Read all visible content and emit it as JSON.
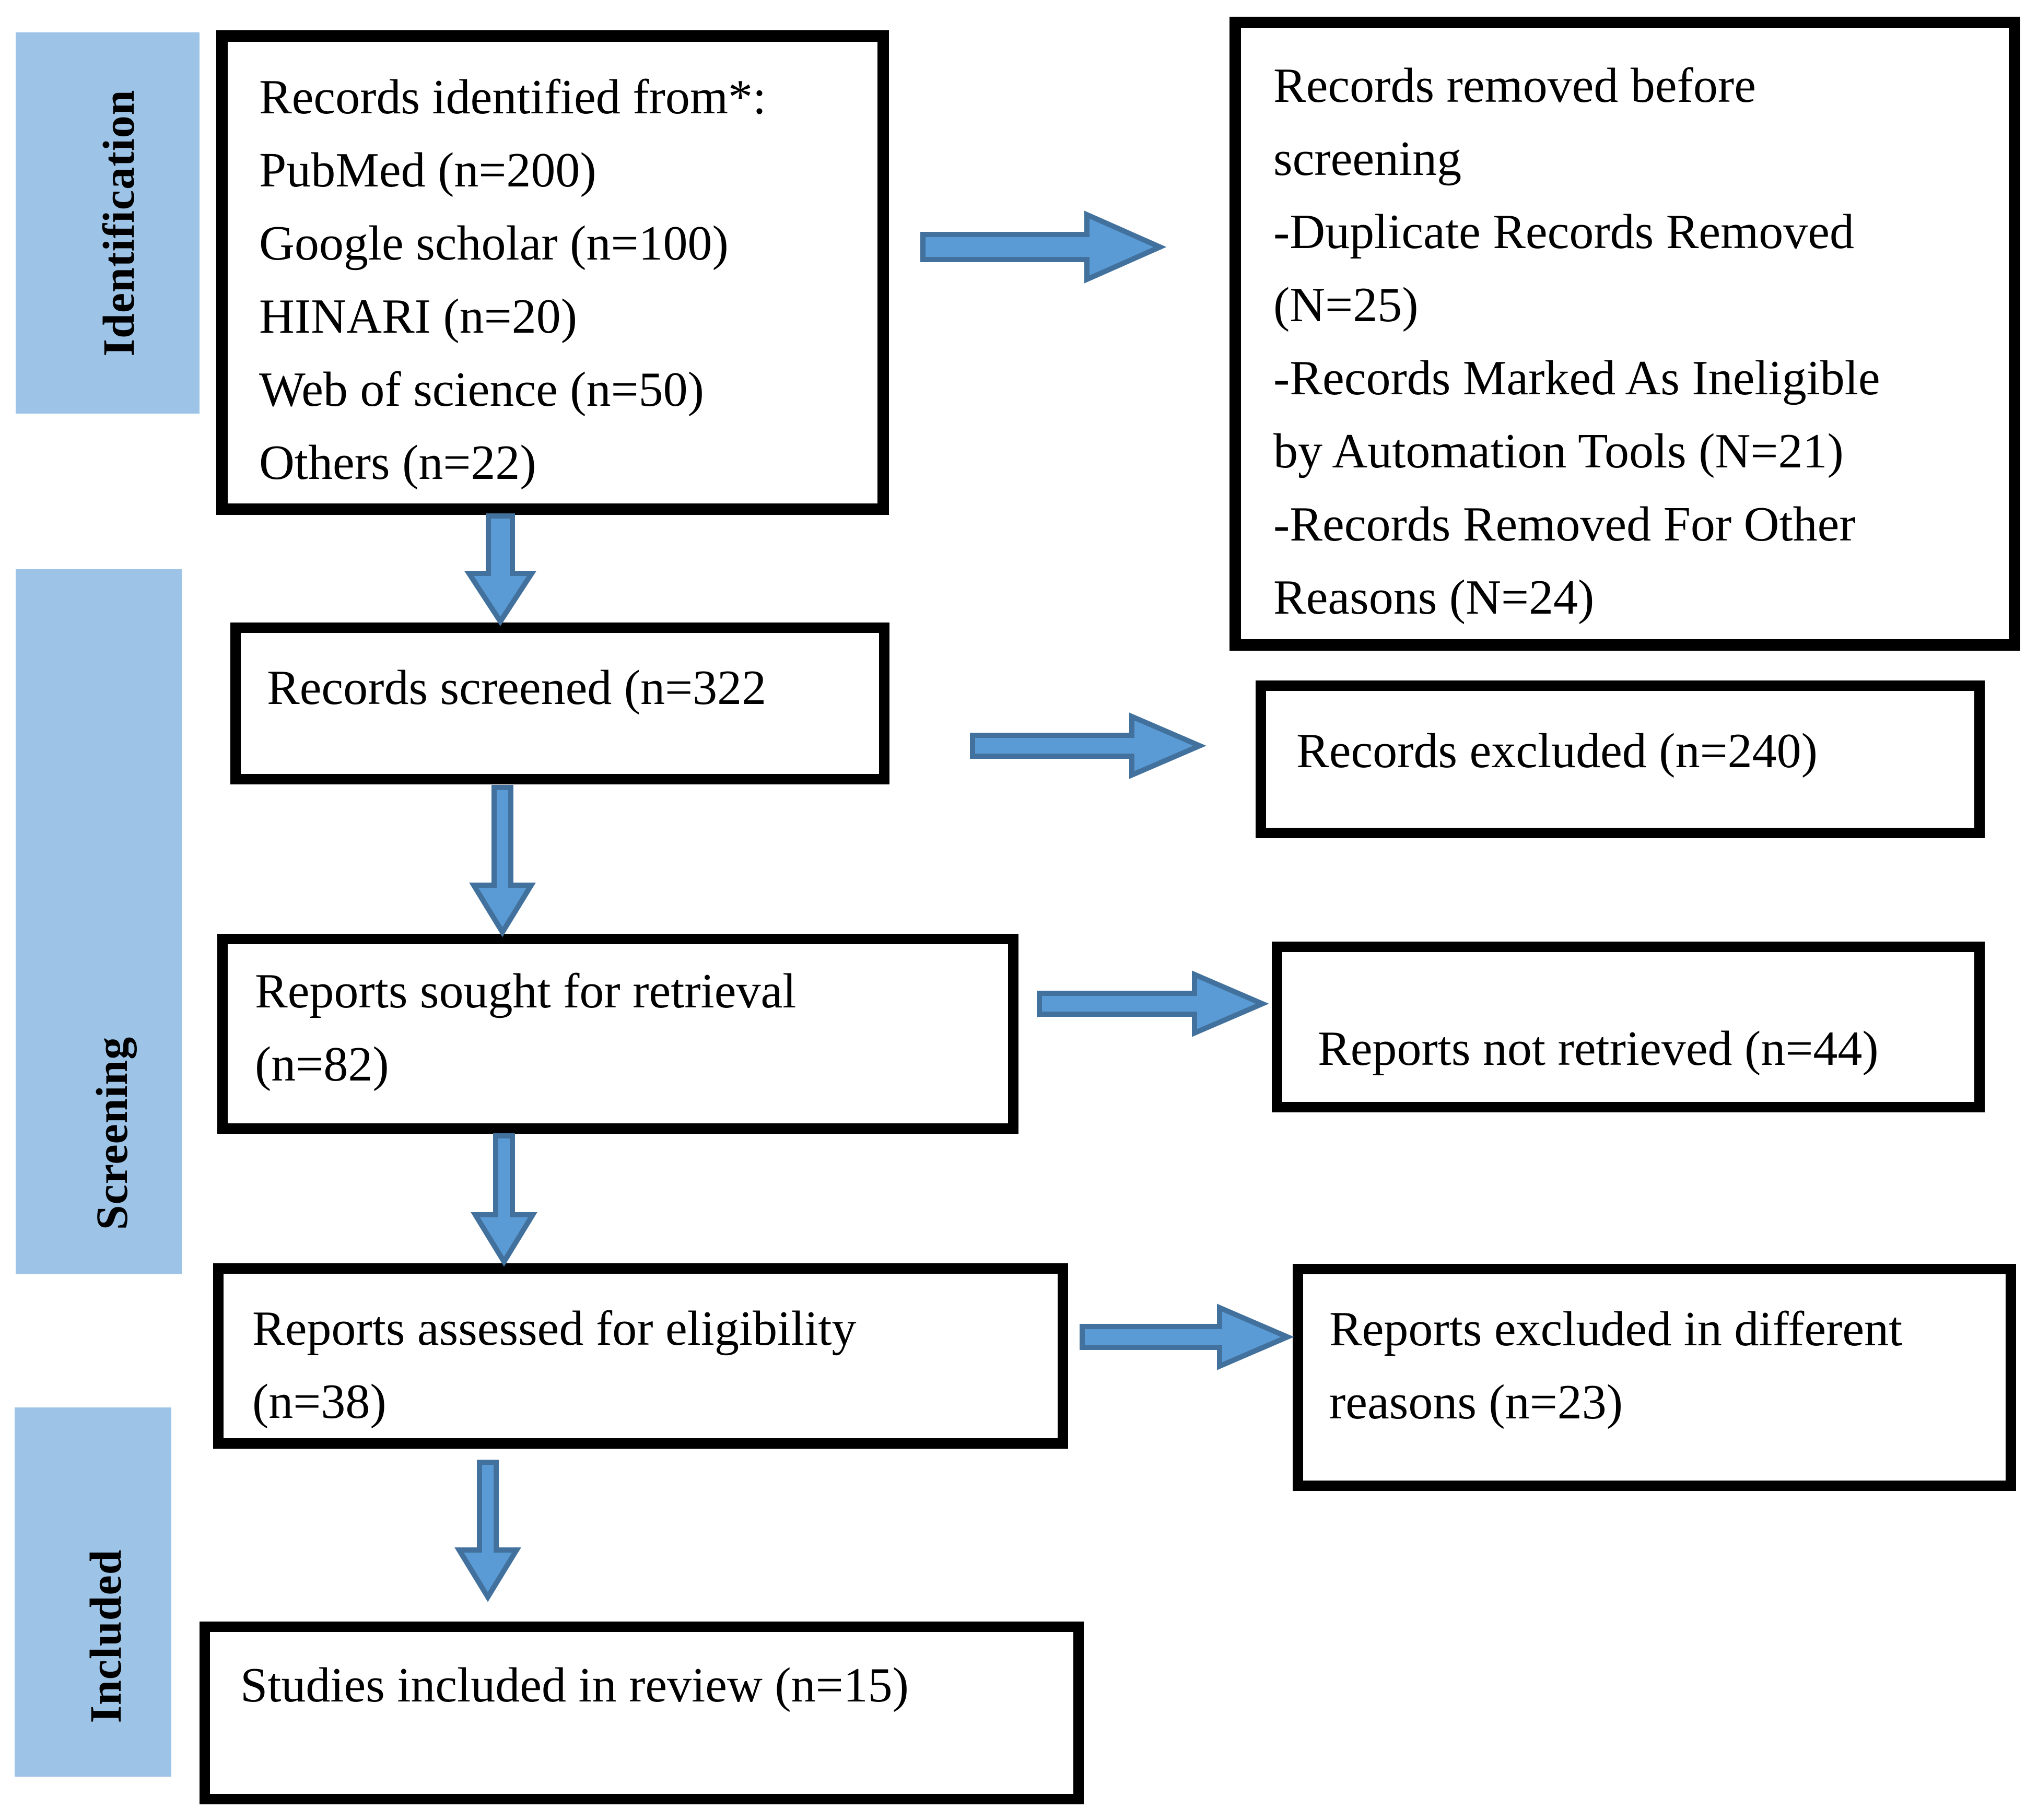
{
  "colors": {
    "pageBg": "#ffffff",
    "stageFill": "#9dc3e6",
    "arrowFill": "#5b9bd5",
    "arrowStroke": "#41719c",
    "boxBorder": "#000000",
    "textColor": "#000000"
  },
  "stages": [
    {
      "id": "identification",
      "label": "Identification"
    },
    {
      "id": "screening",
      "label": "Screening"
    },
    {
      "id": "included",
      "label": "Included"
    }
  ],
  "boxes": {
    "identified": {
      "lines": [
        "Records identified from*:",
        "PubMed (n=200)",
        "Google scholar (n=100)",
        "HINARI (n=20)",
        "Web of science (n=50)",
        "Others (n=22)"
      ]
    },
    "removed": {
      "lines": [
        "Records removed before",
        "screening",
        "-Duplicate Records Removed",
        "(N=25)",
        "-Records Marked As Ineligible",
        "by Automation Tools (N=21)",
        "-Records Removed For Other",
        "Reasons (N=24)"
      ]
    },
    "screened": {
      "lines": [
        "Records screened (n=322"
      ]
    },
    "excluded": {
      "lines": [
        "Records excluded (n=240)"
      ]
    },
    "sought": {
      "lines": [
        "Reports sought for retrieval",
        "(n=82)"
      ]
    },
    "not_retrieved": {
      "lines": [
        "Reports not retrieved (n=44)"
      ]
    },
    "assessed": {
      "lines": [
        "Reports assessed for eligibility",
        "(n=38)"
      ]
    },
    "excluded_reasons": {
      "lines": [
        "Reports excluded in different",
        "reasons (n=23)"
      ]
    },
    "included_review": {
      "lines": [
        "Studies included in review (n=15)"
      ]
    }
  },
  "arrows": [
    {
      "name": "identified-to-removed",
      "direction": "right"
    },
    {
      "name": "identified-to-screened",
      "direction": "down"
    },
    {
      "name": "screened-to-excluded",
      "direction": "right"
    },
    {
      "name": "screened-to-sought",
      "direction": "down"
    },
    {
      "name": "sought-to-not-retrieved",
      "direction": "right"
    },
    {
      "name": "sought-to-assessed",
      "direction": "down"
    },
    {
      "name": "assessed-to-excluded-reasons",
      "direction": "right"
    },
    {
      "name": "assessed-to-included-review",
      "direction": "down"
    }
  ]
}
